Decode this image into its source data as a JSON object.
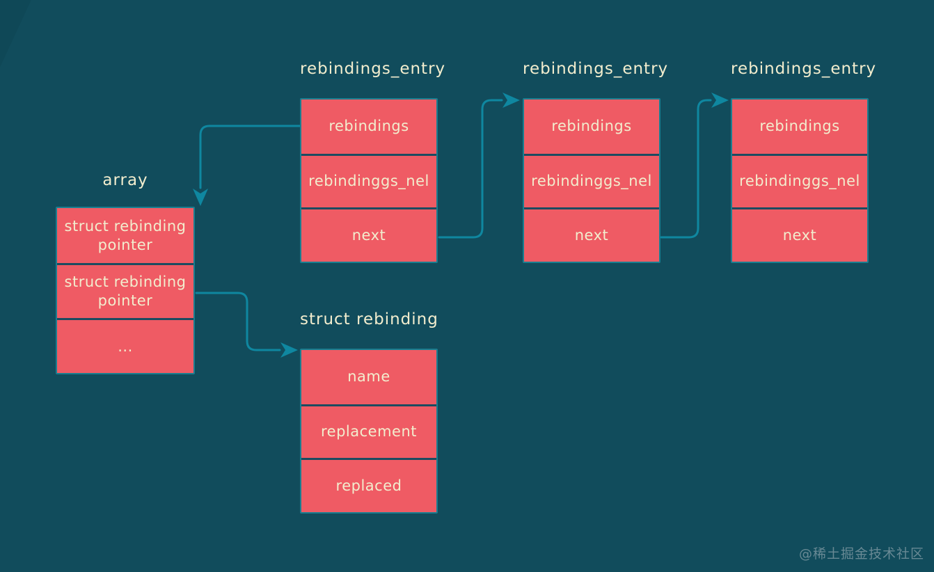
{
  "colors": {
    "canvas_bg": "#114C5C",
    "node_fill": "#EF5B64",
    "node_border": "#1A7E90",
    "divider": "#1C4B60",
    "arrow": "#0F87A0",
    "label_text": "#F2EDCE",
    "watermark_text": "#7E99A3"
  },
  "diagram": {
    "type": "linked-list-structure-diagram",
    "nodes": {
      "array": {
        "title": "array",
        "cells": [
          "struct rebinding\npointer",
          "struct rebinding\npointer",
          "..."
        ]
      },
      "entry1": {
        "title": "rebindings_entry",
        "cells": [
          "rebindings",
          "rebindinggs_nel",
          "next"
        ]
      },
      "entry2": {
        "title": "rebindings_entry",
        "cells": [
          "rebindings",
          "rebindinggs_nel",
          "next"
        ]
      },
      "entry3": {
        "title": "rebindings_entry",
        "cells": [
          "rebindings",
          "rebindinggs_nel",
          "next"
        ]
      },
      "rebinding": {
        "title": "struct rebinding",
        "cells": [
          "name",
          "replacement",
          "replaced"
        ]
      }
    },
    "edges": [
      {
        "from": "entry1.rebindings",
        "to": "array",
        "arrowhead": "down"
      },
      {
        "from": "array.pointer2",
        "to": "rebinding",
        "arrowhead": "right"
      },
      {
        "from": "entry1.next",
        "to": "entry2",
        "arrowhead": "right"
      },
      {
        "from": "entry2.next",
        "to": "entry3",
        "arrowhead": "right"
      }
    ]
  },
  "watermark": "@稀土掘金技术社区"
}
